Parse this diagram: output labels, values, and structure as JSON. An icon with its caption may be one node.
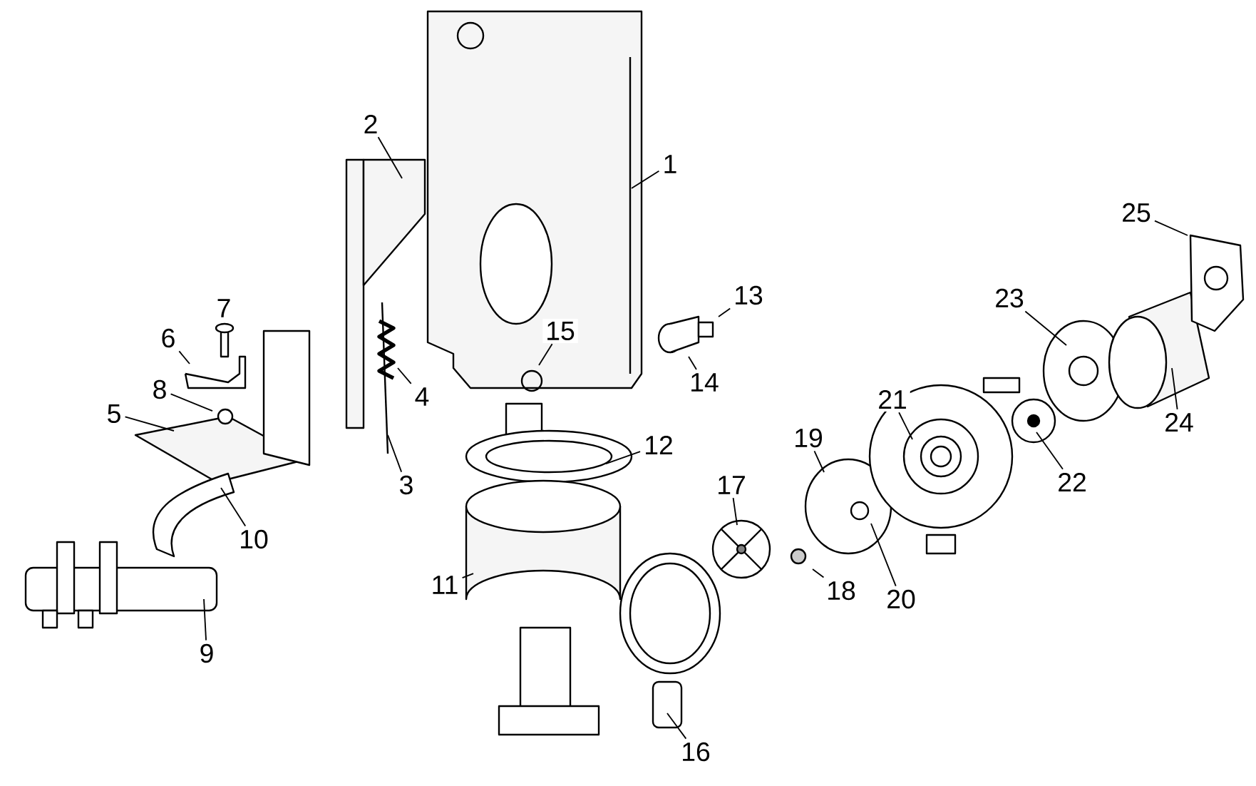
{
  "diagram": {
    "nodes": [
      {
        "text": [
          "1"
        ]
      },
      {
        "text": [
          "2"
        ]
      },
      {
        "text": [
          "3"
        ]
      },
      {
        "text": [
          "4"
        ]
      },
      {
        "text": [
          "5"
        ]
      },
      {
        "text": [
          "6"
        ]
      },
      {
        "text": [
          "7"
        ]
      },
      {
        "text": [
          "8"
        ]
      },
      {
        "text": [
          "9"
        ]
      },
      {
        "text": [
          "10"
        ]
      },
      {
        "text": [
          "11"
        ]
      },
      {
        "text": [
          "12"
        ]
      },
      {
        "text": [
          "13"
        ]
      },
      {
        "text": [
          "14"
        ]
      },
      {
        "text": [
          "15"
        ]
      },
      {
        "text": [
          "16"
        ]
      },
      {
        "text": [
          "17"
        ]
      },
      {
        "text": [
          "18"
        ]
      },
      {
        "text": [
          "19"
        ]
      },
      {
        "text": [
          "20"
        ]
      },
      {
        "text": [
          "21"
        ]
      },
      {
        "text": [
          "22"
        ]
      },
      {
        "text": [
          "23"
        ]
      },
      {
        "text": [
          "24"
        ]
      },
      {
        "text": [
          "25"
        ]
      }
    ],
    "edges": [
      {
        "from": 0,
        "to": null,
        "arrow": "none"
      },
      {
        "from": 1,
        "to": null,
        "arrow": "none"
      },
      {
        "from": 2,
        "to": null,
        "arrow": "none"
      },
      {
        "from": 3,
        "to": null,
        "arrow": "none"
      },
      {
        "from": 4,
        "to": null,
        "arrow": "none"
      },
      {
        "from": 5,
        "to": null,
        "arrow": "none"
      },
      {
        "from": 7,
        "to": null,
        "arrow": "none"
      },
      {
        "from": 8,
        "to": null,
        "arrow": "none"
      },
      {
        "from": 9,
        "to": null,
        "arrow": "none"
      },
      {
        "from": 10,
        "to": null,
        "arrow": "none"
      },
      {
        "from": 11,
        "to": null,
        "arrow": "none"
      },
      {
        "from": 12,
        "to": null,
        "arrow": "none"
      },
      {
        "from": 13,
        "to": null,
        "arrow": "none"
      },
      {
        "from": 14,
        "to": null,
        "arrow": "none"
      },
      {
        "from": 15,
        "to": null,
        "arrow": "none"
      },
      {
        "from": 16,
        "to": null,
        "arrow": "none"
      },
      {
        "from": 17,
        "to": null,
        "arrow": "none"
      },
      {
        "from": 18,
        "to": null,
        "arrow": "none"
      },
      {
        "from": 19,
        "to": null,
        "arrow": "none"
      },
      {
        "from": 20,
        "to": null,
        "arrow": "none"
      },
      {
        "from": 21,
        "to": null,
        "arrow": "none"
      },
      {
        "from": 22,
        "to": null,
        "arrow": "none"
      },
      {
        "from": 23,
        "to": null,
        "arrow": "none"
      },
      {
        "from": 24,
        "to": null,
        "arrow": "none"
      }
    ]
  }
}
